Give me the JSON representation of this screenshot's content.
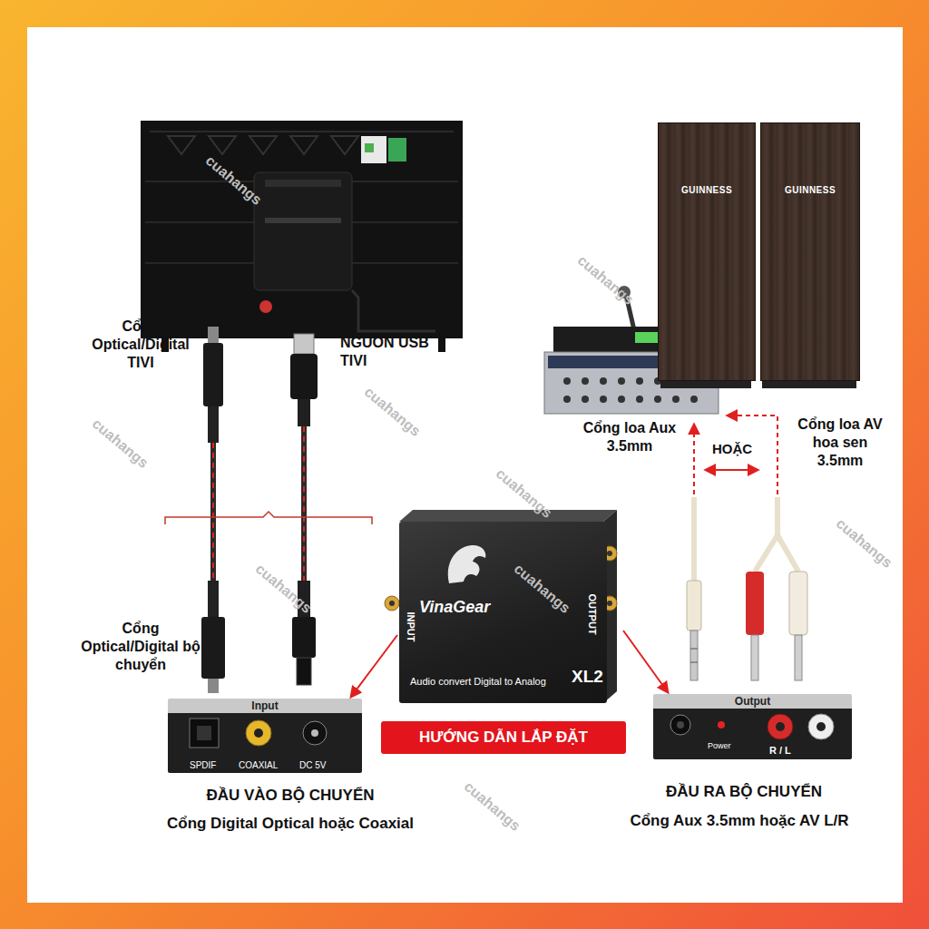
{
  "diagram": {
    "title": "HƯỚNG DẪN LẮP ĐẶT",
    "nodes": [
      {
        "text": [
          "VinaGear",
          "INPUT",
          "OUTPUT",
          "Audio convert Digital to Analog",
          "XL2"
        ]
      },
      {
        "text": [
          "Input",
          "SPDIF",
          "COAXIAL",
          "DC 5V"
        ]
      },
      {
        "text": [
          "Output",
          "Power",
          "R / L"
        ]
      },
      {
        "text": [
          "GUINNESS"
        ]
      },
      {
        "text": [
          "GUINNESS"
        ]
      }
    ],
    "edges": [
      {
        "from": 0,
        "to": 1,
        "arrow": "to"
      },
      {
        "from": 0,
        "to": 2,
        "arrow": "to"
      }
    ],
    "labels": [
      "Cổng Optical/Digital TIVI",
      "NGUỒN USB TIVI",
      "Cổng loa Aux 3.5mm",
      "HOẶC",
      "Cổng loa AV hoa sen 3.5mm",
      "Cổng Optical/Digital bộ chuyển",
      "ĐẦU VÀO BỘ CHUYỂN",
      "Cổng Digital Optical hoặc Coaxial",
      "ĐẦU RA BỘ CHUYỂN",
      "Cổng Aux 3.5mm hoặc AV L/R",
      "cuahangs",
      "cuahangs",
      "cuahangs",
      "cuahangs",
      "cuahangs",
      "cuahangs",
      "cuahangs",
      "cuahangs",
      "cuahangs"
    ]
  }
}
